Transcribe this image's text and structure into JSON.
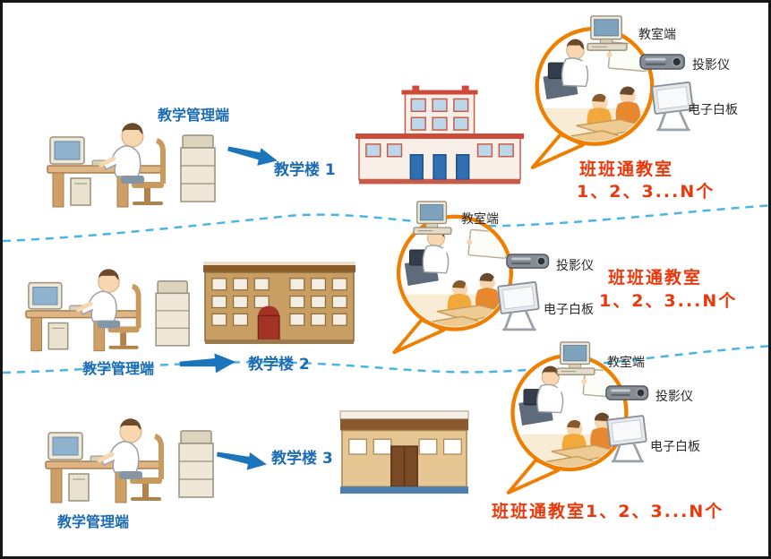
{
  "diagram": {
    "sections": [
      {
        "manager_label": "教学管理端",
        "building_label": "教学楼 1",
        "terminal_label": "教室端",
        "projector_label": "投影仪",
        "whiteboard_label": "电子白板",
        "classroom_line1": "班班通教室",
        "classroom_line2": "1、2、3...N个"
      },
      {
        "manager_label": "教学管理端",
        "building_label": "教学楼 2",
        "terminal_label": "教室端",
        "projector_label": "投影仪",
        "whiteboard_label": "电子白板",
        "classroom_line1": "班班通教室",
        "classroom_line2": "1、2、3...N个"
      },
      {
        "manager_label": "教学管理端",
        "building_label": "教学楼 3",
        "terminal_label": "教室端",
        "projector_label": "投影仪",
        "whiteboard_label": "电子白板",
        "classroom_line1": "班班通教室1、2、3...N个"
      }
    ],
    "colors": {
      "label_blue": "#1b6cb5",
      "highlight_red": "#e8380c",
      "bubble_orange": "#ef7f00",
      "dashed_line_blue": "#4ab5e5",
      "arrow_blue": "#1b75bb"
    }
  }
}
